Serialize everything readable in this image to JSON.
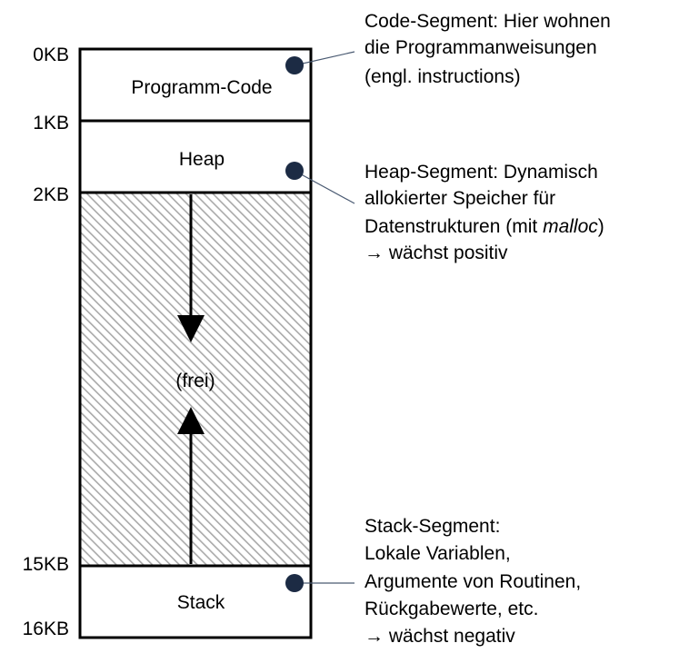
{
  "memory": {
    "addresses": [
      "0KB",
      "1KB",
      "2KB",
      "15KB",
      "16KB"
    ],
    "segments": {
      "code": "Programm-Code",
      "heap": "Heap",
      "free": "(frei)",
      "stack": "Stack"
    }
  },
  "annotations": {
    "code": {
      "lines": [
        "Code-Segment: Hier wohnen",
        "die Programmanweisungen",
        "(engl. instructions)"
      ]
    },
    "heap": {
      "line1": "Heap-Segment: Dynamisch",
      "line2": "allokierter Speicher für",
      "line3_pre": "Datenstrukturen (mit ",
      "line3_em": "malloc",
      "line3_post": ")",
      "line4": "→ wächst positiv"
    },
    "stack": {
      "lines": [
        "Stack-Segment:",
        "Lokale Variablen,",
        "Argumente von Routinen,",
        "Rückgabewerte, etc.",
        "→ wächst negativ"
      ]
    }
  },
  "colors": {
    "dot": "#1c2b44",
    "leader": "#4a5a72",
    "hatch": "#a9a9a9"
  }
}
